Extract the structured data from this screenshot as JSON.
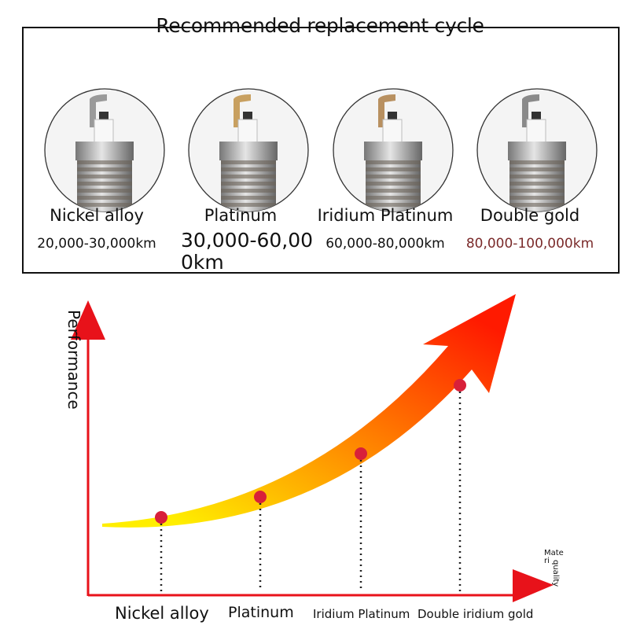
{
  "title": "Recommended replacement cycle",
  "plugs": [
    {
      "name": "Nickel alloy",
      "cycle": "20,000-30,000km",
      "electrode": "#9a9a9a"
    },
    {
      "name": "Platinum",
      "cycle": "30,000-60,000km",
      "electrode": "#c8a060"
    },
    {
      "name": "Iridium Platinum",
      "cycle": "60,000-80,000km",
      "electrode": "#b89060"
    },
    {
      "name": "Double gold",
      "cycle": "80,000-100,000km",
      "electrode": "#8a8a8a"
    }
  ],
  "accent_cycle_color": "#7a2a2a",
  "chart": {
    "y_label": "Performance",
    "x_label_1": "Mate ri",
    "x_label_2": "quality",
    "categories": [
      "Nickel alloy",
      "Platinum",
      "Iridium Platinum",
      "Double iridium gold"
    ],
    "arrow_gradient": [
      "#ffee00",
      "#ff1a00"
    ],
    "point_color": "#d8203a",
    "axis_color": "#e8121a"
  }
}
